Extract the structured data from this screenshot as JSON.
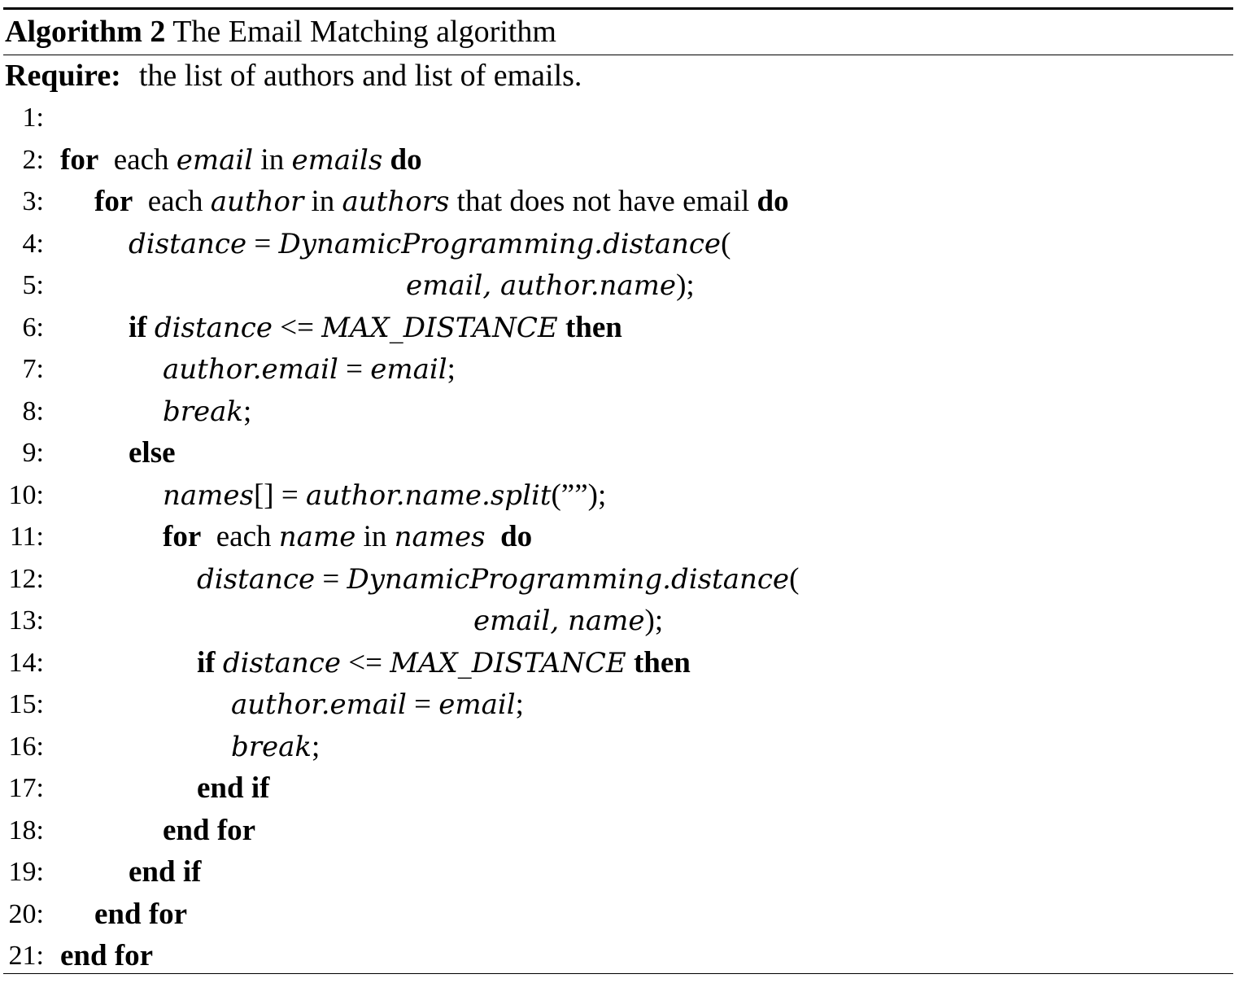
{
  "caption": {
    "label": "Algorithm 2",
    "title": "The Email Matching algorithm"
  },
  "require": {
    "keyword": "Require:",
    "text": "the list of authors and list of emails."
  },
  "lines": [
    {
      "n": "1:",
      "indent": 0,
      "parts": []
    },
    {
      "n": "2:",
      "indent": 1,
      "parts": [
        {
          "t": "kw",
          "v": "for"
        },
        {
          "t": "tx",
          "v": "  each "
        },
        {
          "t": "var",
          "v": "email"
        },
        {
          "t": "tx",
          "v": " in "
        },
        {
          "t": "var",
          "v": "emails"
        },
        {
          "t": "tx",
          "v": " "
        },
        {
          "t": "kw",
          "v": "do"
        }
      ]
    },
    {
      "n": "3:",
      "indent": 2,
      "parts": [
        {
          "t": "kw",
          "v": "for"
        },
        {
          "t": "tx",
          "v": "  each "
        },
        {
          "t": "var",
          "v": "author"
        },
        {
          "t": "tx",
          "v": " in "
        },
        {
          "t": "var",
          "v": "authors"
        },
        {
          "t": "tx",
          "v": " that does not have email "
        },
        {
          "t": "kw",
          "v": "do"
        }
      ]
    },
    {
      "n": "4:",
      "indent": 3,
      "parts": [
        {
          "t": "var",
          "v": "distance"
        },
        {
          "t": "tx",
          "v": " = "
        },
        {
          "t": "var",
          "v": "DynamicProgramming.distance"
        },
        {
          "t": "tx",
          "v": "("
        }
      ]
    },
    {
      "n": "5:",
      "indent": 4,
      "parts": [
        {
          "t": "var",
          "v": "email, author.name"
        },
        {
          "t": "tx",
          "v": ");"
        }
      ]
    },
    {
      "n": "6:",
      "indent": 3,
      "parts": [
        {
          "t": "kw",
          "v": "if"
        },
        {
          "t": "tx",
          "v": " "
        },
        {
          "t": "var",
          "v": "distance"
        },
        {
          "t": "tx",
          "v": " <= "
        },
        {
          "t": "var",
          "v": "MAX_DISTANCE"
        },
        {
          "t": "tx",
          "v": " "
        },
        {
          "t": "kw",
          "v": "then"
        }
      ]
    },
    {
      "n": "7:",
      "indent": 5,
      "parts": [
        {
          "t": "var",
          "v": "author.email"
        },
        {
          "t": "tx",
          "v": " = "
        },
        {
          "t": "var",
          "v": "email"
        },
        {
          "t": "tx",
          "v": ";"
        }
      ]
    },
    {
      "n": "8:",
      "indent": 5,
      "parts": [
        {
          "t": "var",
          "v": "break"
        },
        {
          "t": "tx",
          "v": ";"
        }
      ]
    },
    {
      "n": "9:",
      "indent": 3,
      "parts": [
        {
          "t": "kw",
          "v": "else"
        }
      ]
    },
    {
      "n": "10:",
      "indent": 5,
      "parts": [
        {
          "t": "var",
          "v": "names"
        },
        {
          "t": "tx",
          "v": "[] = "
        },
        {
          "t": "var",
          "v": "author.name.split"
        },
        {
          "t": "tx",
          "v": "(””);"
        }
      ]
    },
    {
      "n": "11:",
      "indent": 5,
      "parts": [
        {
          "t": "kw",
          "v": "for"
        },
        {
          "t": "tx",
          "v": "  each "
        },
        {
          "t": "var",
          "v": "name"
        },
        {
          "t": "tx",
          "v": " in "
        },
        {
          "t": "var",
          "v": "names"
        },
        {
          "t": "tx",
          "v": "  "
        },
        {
          "t": "kw",
          "v": "do"
        }
      ]
    },
    {
      "n": "12:",
      "indent": 6,
      "parts": [
        {
          "t": "var",
          "v": "distance"
        },
        {
          "t": "tx",
          "v": " = "
        },
        {
          "t": "var",
          "v": "DynamicProgramming.distance"
        },
        {
          "t": "tx",
          "v": "("
        }
      ]
    },
    {
      "n": "13:",
      "indent": 7,
      "parts": [
        {
          "t": "var",
          "v": "email, name"
        },
        {
          "t": "tx",
          "v": ");"
        }
      ]
    },
    {
      "n": "14:",
      "indent": 6,
      "parts": [
        {
          "t": "kw",
          "v": "if"
        },
        {
          "t": "tx",
          "v": " "
        },
        {
          "t": "var",
          "v": "distance"
        },
        {
          "t": "tx",
          "v": " <= "
        },
        {
          "t": "var",
          "v": "MAX_DISTANCE"
        },
        {
          "t": "tx",
          "v": " "
        },
        {
          "t": "kw",
          "v": "then"
        }
      ]
    },
    {
      "n": "15:",
      "indent": 8,
      "parts": [
        {
          "t": "var",
          "v": "author.email"
        },
        {
          "t": "tx",
          "v": " = "
        },
        {
          "t": "var",
          "v": "email"
        },
        {
          "t": "tx",
          "v": ";"
        }
      ]
    },
    {
      "n": "16:",
      "indent": 8,
      "parts": [
        {
          "t": "var",
          "v": "break"
        },
        {
          "t": "tx",
          "v": ";"
        }
      ]
    },
    {
      "n": "17:",
      "indent": 6,
      "parts": [
        {
          "t": "kw",
          "v": "end if"
        }
      ]
    },
    {
      "n": "18:",
      "indent": 5,
      "parts": [
        {
          "t": "kw",
          "v": "end for"
        }
      ]
    },
    {
      "n": "19:",
      "indent": 3,
      "parts": [
        {
          "t": "kw",
          "v": "end if"
        }
      ]
    },
    {
      "n": "20:",
      "indent": 2,
      "parts": [
        {
          "t": "kw",
          "v": "end for"
        }
      ]
    },
    {
      "n": "21:",
      "indent": 1,
      "parts": [
        {
          "t": "kw",
          "v": "end for"
        }
      ]
    }
  ]
}
